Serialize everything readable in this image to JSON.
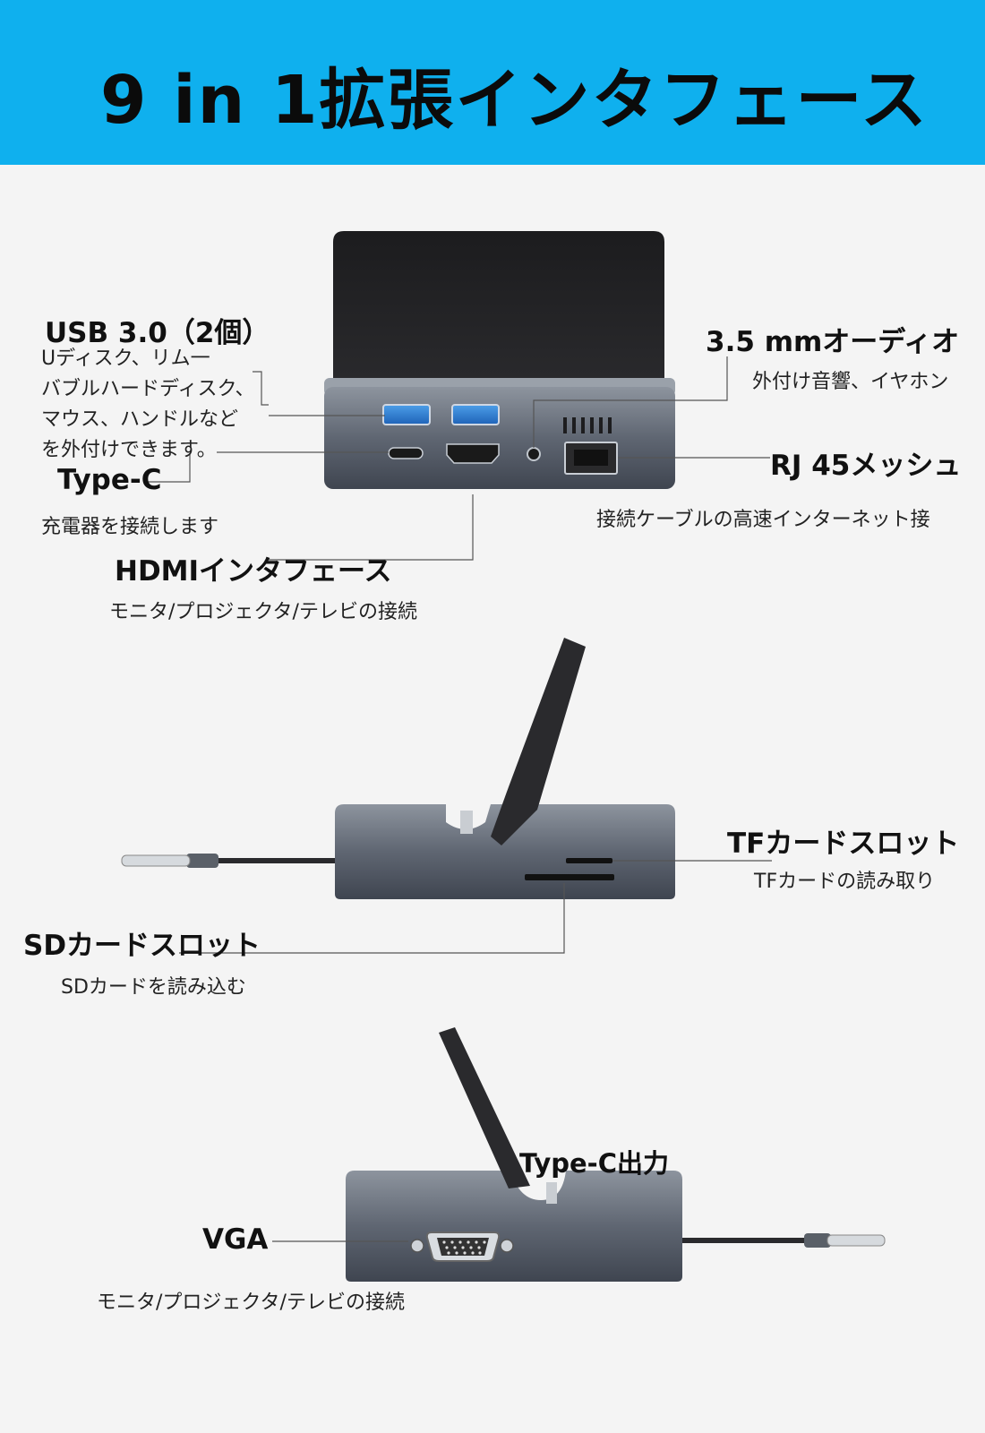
{
  "banner": {
    "title": "9 in 1拡張インタフェース"
  },
  "colors": {
    "banner": "#0fb0ee",
    "body": "#5d6470",
    "usb_blue": "#2d7fd6"
  },
  "front_view": {
    "usb30": {
      "title": "USB 3.0（2個）",
      "desc": "Uディスク、リム一\nバブルハードディスク、\nマウス、ハンドルなど\nを外付けできます。"
    },
    "type_c": {
      "title": "Type-C",
      "desc": "充電器を接続します"
    },
    "hdmi": {
      "title": "HDMIインタフェース",
      "desc": "モニタ/プロジェクタ/テレビの接続"
    },
    "audio": {
      "title": "3.5 mmオーディオ",
      "desc": "外付け音響、イヤホン"
    },
    "rj45": {
      "title": "RJ 45メッシュ",
      "desc": "接続ケーブルの高速インターネット接"
    }
  },
  "side_view": {
    "tf": {
      "title": "TFカードスロット",
      "desc": "TFカードの読み取り"
    },
    "sd": {
      "title": "SDカードスロット",
      "desc": "SDカードを読み込む"
    }
  },
  "back_view": {
    "type_c_out": {
      "title": "Type-C出力"
    },
    "vga": {
      "title": "VGA",
      "desc": "モニタ/プロジェクタ/テレビの接続"
    }
  }
}
